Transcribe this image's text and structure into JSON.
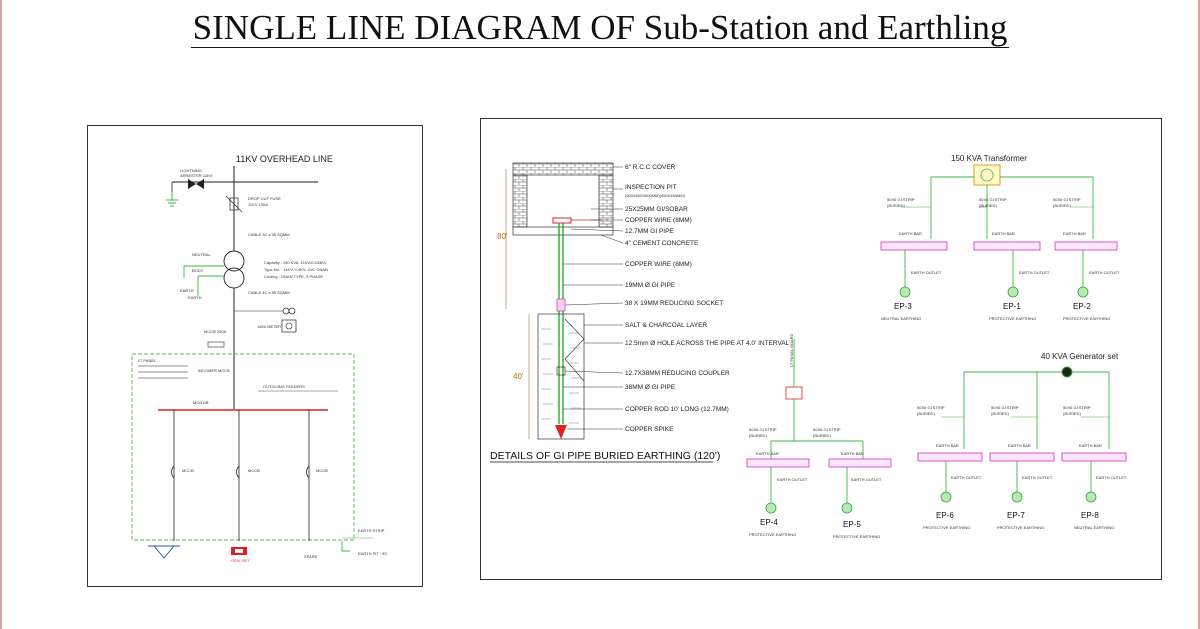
{
  "title": "SINGLE LINE DIAGRAM OF Sub-Station and Earthling",
  "colors": {
    "green": "#3fb53f",
    "magenta": "#cc33cc",
    "red": "#e02020",
    "dashed_green": "#55bb55",
    "text": "#222222"
  },
  "sld": {
    "overhead_line": "11KV OVERHEAD LINE",
    "transformer_lines": [
      "Capacity : 150 KVA, 11KV/0.433KV",
      "Type No. : 11KV, 0.4KV, ZxV, ONAN",
      "Cooling : ONAN TYPE, 3 PHASE"
    ],
    "earth_label": "EARTH PIT : 4S"
  },
  "gi_pipe": {
    "title": "DETAILS OF GI PIPE BURIED EARTHING (120')",
    "dim_top": "80'",
    "dim_bottom": "40'",
    "labels": [
      "6\" R.C.C COVER",
      "INSPECTION PIT",
      "(600X600X600MM)(450X450MM)",
      "25X25MM GI/SOBAR",
      "COPPER WIRE (8MM)",
      "12.7MM GI PIPE",
      "4\" CEMENT CONCRETE",
      "COPPER WIRE (8MM)",
      "19MM Ø GI PIPE",
      "38 X 19MM REDUCING SOCKET",
      "SALT & CHARCOAL LAYER",
      "12.5mm Ø HOLE ACROSS THE PIPE AT 4.0' INTERVAL",
      "12.7X38MM REDUCING COUPLER",
      "38MM Ø GI PIPE",
      "COPPER ROD 10' LONG (12.7MM)",
      "COPPER SPIKE"
    ]
  },
  "transformer_earth": {
    "title": "150 KVA Transformer",
    "bus_labels": [
      "EARTH BAR",
      "EARTH BAR",
      "EARTH BAR"
    ],
    "pits": [
      {
        "name": "EP-3",
        "caption": "NEUTRAL EARTHING"
      },
      {
        "name": "EP-1",
        "caption": "PROTECTIVE EARTHING"
      },
      {
        "name": "EP-2",
        "caption": "PROTECTIVE EARTHING"
      }
    ]
  },
  "generator_earth": {
    "title": "40 KVA Generator set",
    "bus_labels": [
      "EARTH BAR",
      "EARTH BAR",
      "EARTH BAR"
    ],
    "pits": [
      {
        "name": "EP-6",
        "caption": "PROTECTIVE EARTHING"
      },
      {
        "name": "EP-7",
        "caption": "PROTECTIVE EARTHING"
      },
      {
        "name": "EP-8",
        "caption": "NEUTRAL EARTHING"
      }
    ]
  },
  "panel_earth": {
    "bus_labels": [
      "EARTH BAR",
      "EARTH BAR"
    ],
    "pits": [
      {
        "name": "EP-4",
        "caption": "PROTECTIVE EARTHING"
      },
      {
        "name": "EP-5",
        "caption": "PROTECTIVE EARTHING"
      }
    ]
  }
}
